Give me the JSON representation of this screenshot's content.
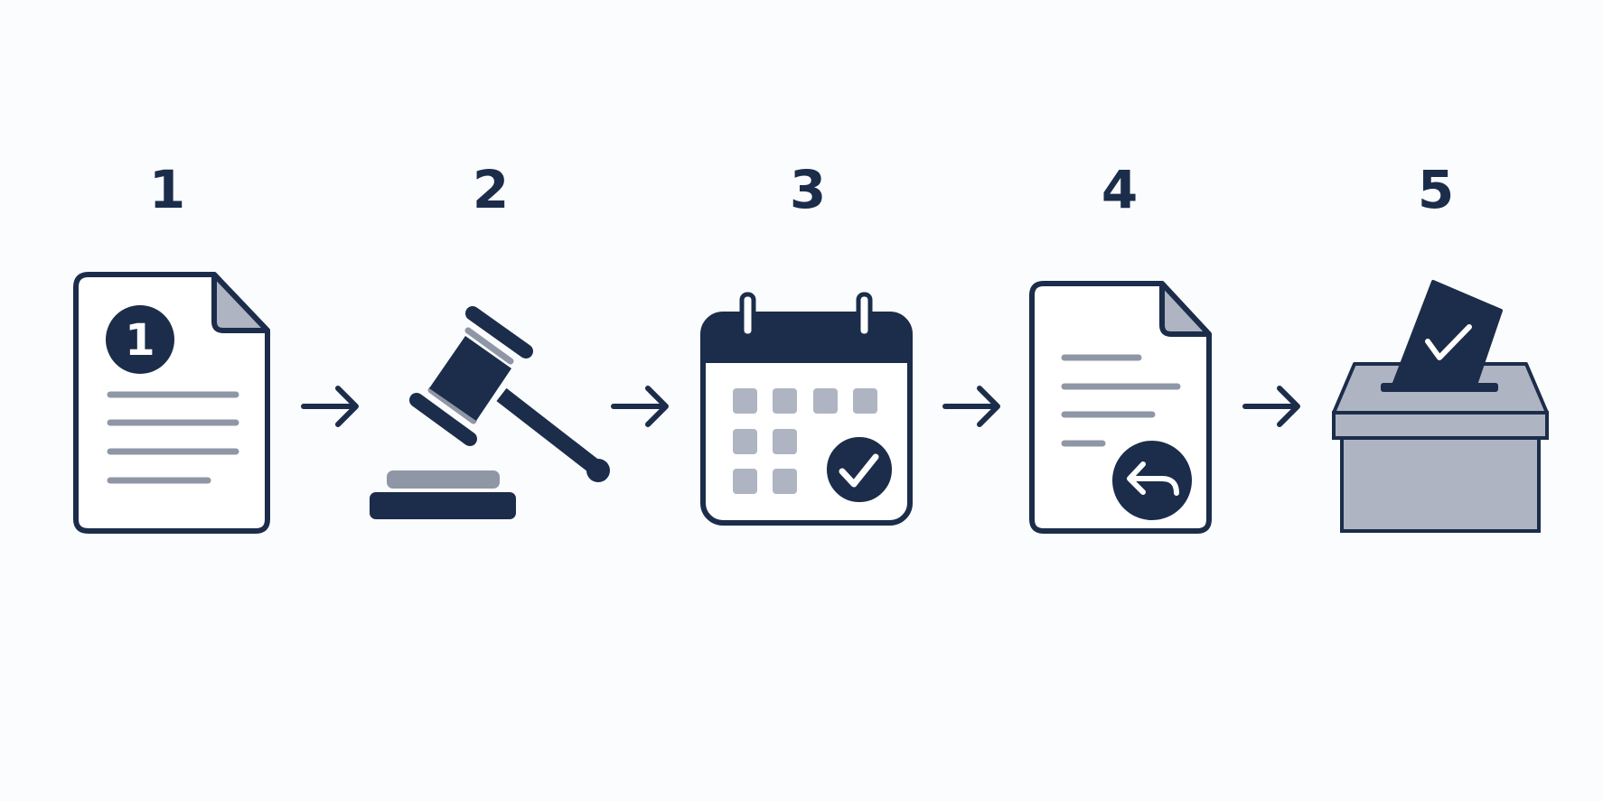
{
  "colors": {
    "navy": "#1b2d4a",
    "gray": "#aeb4c2",
    "line_gray": "#8f97a6",
    "background": "#fbfcfd",
    "white": "#ffffff"
  },
  "steps": [
    {
      "number": "1",
      "icon": "numbered-document-icon",
      "badge": "1"
    },
    {
      "number": "2",
      "icon": "gavel-icon"
    },
    {
      "number": "3",
      "icon": "calendar-check-icon"
    },
    {
      "number": "4",
      "icon": "document-return-icon"
    },
    {
      "number": "5",
      "icon": "ballot-box-icon"
    }
  ],
  "connectors": [
    "arrow-right-icon",
    "arrow-right-icon",
    "arrow-right-icon",
    "arrow-right-icon"
  ]
}
